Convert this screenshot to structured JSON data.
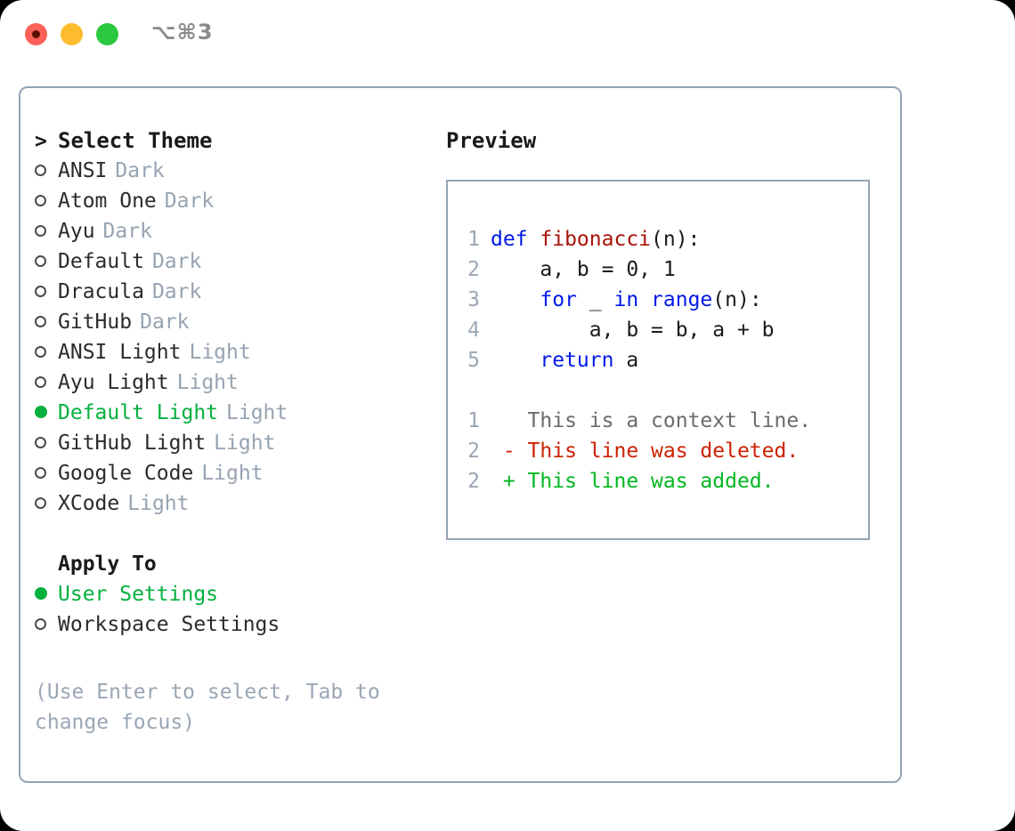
{
  "window": {
    "shortcut_label": "⌥⌘3",
    "traffic_lights": {
      "close": "close-button",
      "minimize": "minimize-button",
      "maximize": "maximize-button"
    }
  },
  "colors": {
    "accent_green": "#05b03e",
    "muted_gray": "#97a3b2",
    "keyword_blue": "#0019e8",
    "function_red": "#a81208",
    "diff_deleted": "#cc2200",
    "diff_added": "#00b81f",
    "border": "#94a3b4",
    "close_red": "#fc6058",
    "minimize_yellow": "#fdbc2e",
    "maximize_green": "#2bc93f"
  },
  "theme_picker": {
    "header_marker": ">",
    "header_label": "Select Theme",
    "marker_selected": "●",
    "marker_unselected": "○",
    "items": [
      {
        "name": "ANSI",
        "kind": "Dark",
        "selected": false
      },
      {
        "name": "Atom One",
        "kind": "Dark",
        "selected": false
      },
      {
        "name": "Ayu",
        "kind": "Dark",
        "selected": false
      },
      {
        "name": "Default",
        "kind": "Dark",
        "selected": false
      },
      {
        "name": "Dracula",
        "kind": "Dark",
        "selected": false
      },
      {
        "name": "GitHub",
        "kind": "Dark",
        "selected": false
      },
      {
        "name": "ANSI Light",
        "kind": "Light",
        "selected": false
      },
      {
        "name": "Ayu Light",
        "kind": "Light",
        "selected": false
      },
      {
        "name": "Default Light",
        "kind": "Light",
        "selected": true
      },
      {
        "name": "GitHub Light",
        "kind": "Light",
        "selected": false
      },
      {
        "name": "Google Code",
        "kind": "Light",
        "selected": false
      },
      {
        "name": "XCode",
        "kind": "Light",
        "selected": false
      }
    ]
  },
  "apply_to": {
    "label": "Apply To",
    "items": [
      {
        "name": "User Settings",
        "selected": true
      },
      {
        "name": "Workspace Settings",
        "selected": false
      }
    ]
  },
  "hint": {
    "text": "(Use Enter to select, Tab to change focus)"
  },
  "preview": {
    "title": "Preview",
    "code_lines": [
      {
        "number": "1",
        "tokens": [
          {
            "text": "def ",
            "style": "kw"
          },
          {
            "text": "fibonacci",
            "style": "fn"
          },
          {
            "text": "(n):",
            "style": "pln"
          }
        ]
      },
      {
        "number": "2",
        "tokens": [
          {
            "text": "    a, b = 0, 1",
            "style": "pln"
          }
        ]
      },
      {
        "number": "3",
        "tokens": [
          {
            "text": "    ",
            "style": "pln"
          },
          {
            "text": "for",
            "style": "kw"
          },
          {
            "text": " _ ",
            "style": "pln"
          },
          {
            "text": "in",
            "style": "kw"
          },
          {
            "text": " ",
            "style": "pln"
          },
          {
            "text": "range",
            "style": "kw"
          },
          {
            "text": "(n):",
            "style": "pln"
          }
        ]
      },
      {
        "number": "4",
        "tokens": [
          {
            "text": "        a, b = b, a + b",
            "style": "pln"
          }
        ]
      },
      {
        "number": "5",
        "tokens": [
          {
            "text": "    ",
            "style": "pln"
          },
          {
            "text": "return",
            "style": "kw"
          },
          {
            "text": " a",
            "style": "pln"
          }
        ]
      }
    ],
    "diff_lines": [
      {
        "number": "1",
        "marker": " ",
        "text": " This is a context line.",
        "style": "ctx"
      },
      {
        "number": "2",
        "marker": "-",
        "text": " This line was deleted.",
        "style": "del"
      },
      {
        "number": "2",
        "marker": "+",
        "text": " This line was added.",
        "style": "add"
      }
    ]
  }
}
